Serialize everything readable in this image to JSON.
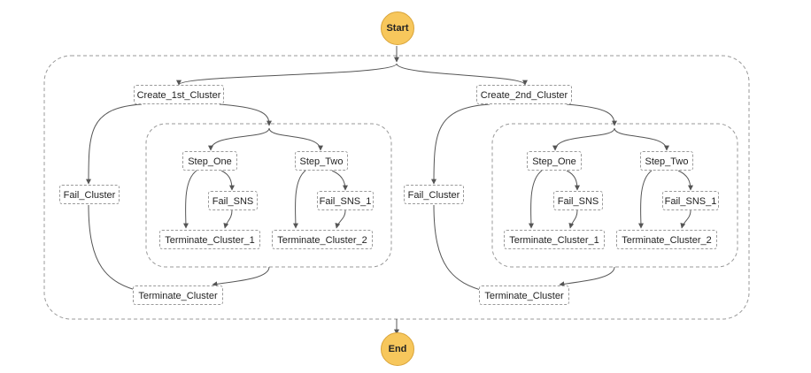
{
  "terminals": {
    "start": "Start",
    "end": "End"
  },
  "left": {
    "create": "Create_1st_Cluster",
    "fail_cluster": "Fail_Cluster",
    "step_one": "Step_One",
    "step_two": "Step_Two",
    "fail_sns": "Fail_SNS",
    "fail_sns_1": "Fail_SNS_1",
    "terminate_1": "Terminate_Cluster_1",
    "terminate_2": "Terminate_Cluster_2",
    "terminate": "Terminate_Cluster"
  },
  "right": {
    "create": "Create_2nd_Cluster",
    "fail_cluster": "Fail_Cluster",
    "step_one": "Step_One",
    "step_two": "Step_Two",
    "fail_sns": "Fail_SNS",
    "fail_sns_1": "Fail_SNS_1",
    "terminate_1": "Terminate_Cluster_1",
    "terminate_2": "Terminate_Cluster_2",
    "terminate": "Terminate_Cluster"
  }
}
